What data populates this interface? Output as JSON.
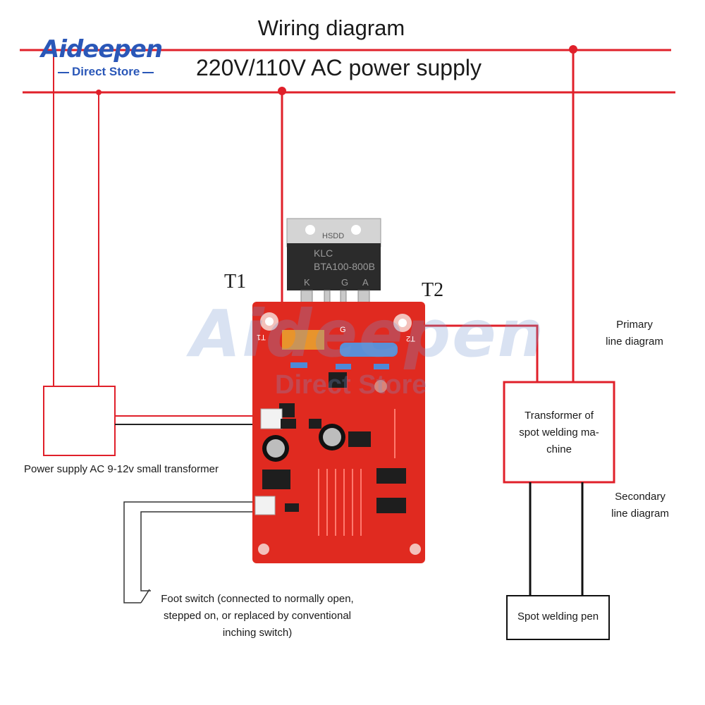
{
  "logo": {
    "brand": "Aideepen",
    "subtitle": "Direct Store"
  },
  "watermark": {
    "brand": "Aideepen",
    "subtitle": "Direct Store"
  },
  "title": "Wiring diagram",
  "supply_label": "220V/110V AC power supply",
  "terminals": {
    "t1": "T1",
    "t2": "T2"
  },
  "triac": {
    "brand": "KLC",
    "model": "BTA100-800B",
    "top_mark": "HSDD",
    "pins": [
      "K",
      "G",
      "A"
    ]
  },
  "board": {
    "t1_mark": "T1",
    "t2_mark": "T2",
    "g_mark": "G"
  },
  "small_transformer": {
    "caption": "Power supply AC 9-12v small transformer"
  },
  "welding_transformer": {
    "lines": [
      "Transformer of",
      "spot welding ma-",
      "chine"
    ]
  },
  "primary_label": [
    "Primary",
    "line diagram"
  ],
  "secondary_label": [
    "Secondary",
    "line diagram"
  ],
  "welding_pen": {
    "label": "Spot welding pen"
  },
  "foot_switch": {
    "lines": [
      "Foot switch (connected to normally open,",
      "stepped on, or replaced by conventional",
      "inching switch)"
    ]
  },
  "colors": {
    "wire": "#e0202a",
    "board": "#e02a20",
    "heatsink": "#cfcfcf",
    "logo": "#2a57b8"
  }
}
